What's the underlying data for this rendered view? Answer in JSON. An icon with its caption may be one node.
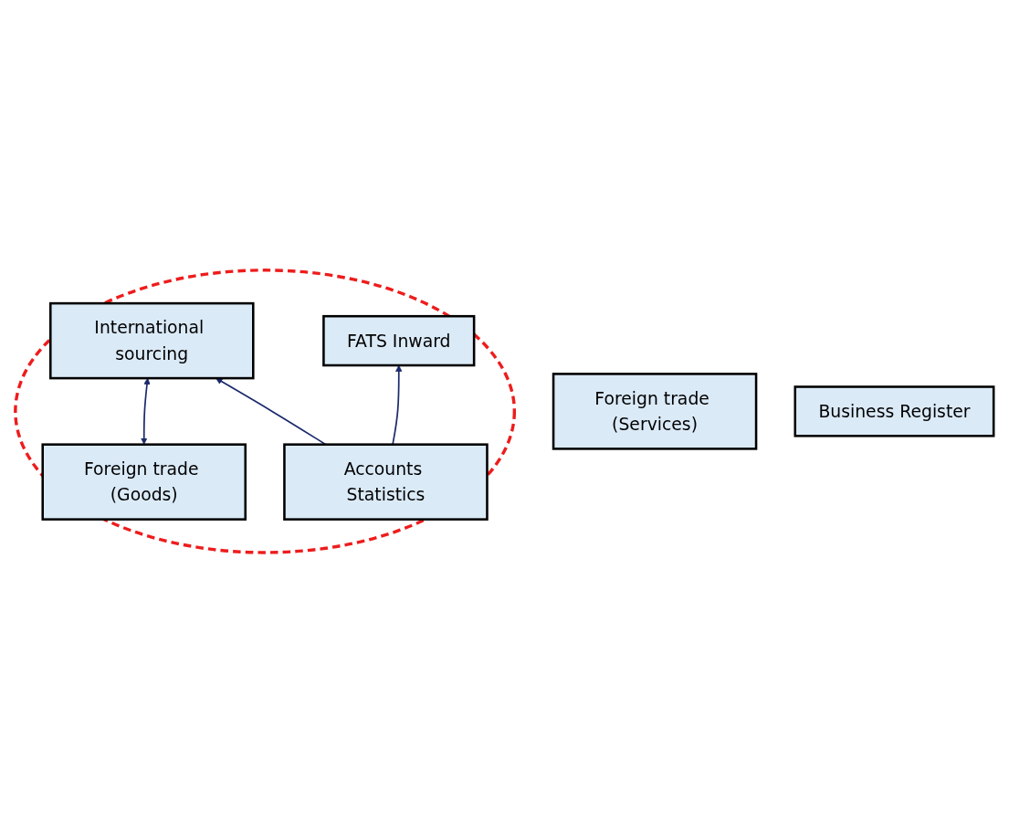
{
  "diagram": {
    "nodes": [
      {
        "text": [
          "Foreign trade (Services)"
        ]
      },
      {
        "text": [],
        "shape": "circle"
      },
      {
        "text": [
          "Foreign trade (Goods)"
        ],
        "in": 1
      },
      {
        "text": [
          "FATS Inward"
        ],
        "in": 1
      },
      {
        "text": [
          "International sourcing"
        ],
        "in": 1
      },
      {
        "text": [
          "Business Register"
        ]
      },
      {
        "text": [
          "Accounts Statistics"
        ],
        "in": 1
      }
    ],
    "edges": [
      {
        "from": 2,
        "to": 4,
        "arrow": "both"
      },
      {
        "from": 6,
        "to": 3,
        "arrow": "to"
      },
      {
        "from": 6,
        "to": 4,
        "arrow": "to"
      }
    ]
  }
}
